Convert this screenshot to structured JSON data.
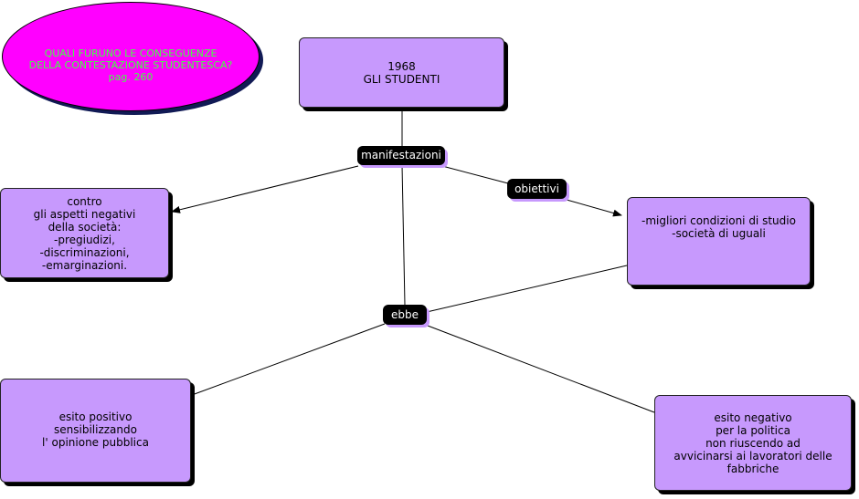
{
  "question": {
    "text": "QUALI FURUNO LE CONSEGUENZE\nDELLA CONTESTAZIONE STUDENTESCA?\npag. 260"
  },
  "concepts": {
    "main": "1968\nGLI STUDENTI",
    "against": "contro\ngli aspetti negativi\ndella società:\n-pregiudizi,\n-discriminazioni,\n-emarginazioni.",
    "goals": "-migliori condizioni di studio\n-società di uguali",
    "positive": "esito positivo\nsensibilizzando\nl' opinione pubblica",
    "negative": "esito negativo\nper la politica\nnon riuscendo ad\navvicinarsi ai lavoratori delle\nfabbriche"
  },
  "phrases": {
    "manifestazioni": "manifestazioni",
    "obiettivi": "obiettivi",
    "ebbe": "ebbe"
  },
  "colors": {
    "concept_fill": "#c799fd",
    "phrase_fill": "#000000",
    "question_fill": "#ff00ff",
    "question_text": "#44ff44",
    "line": "#000000"
  }
}
